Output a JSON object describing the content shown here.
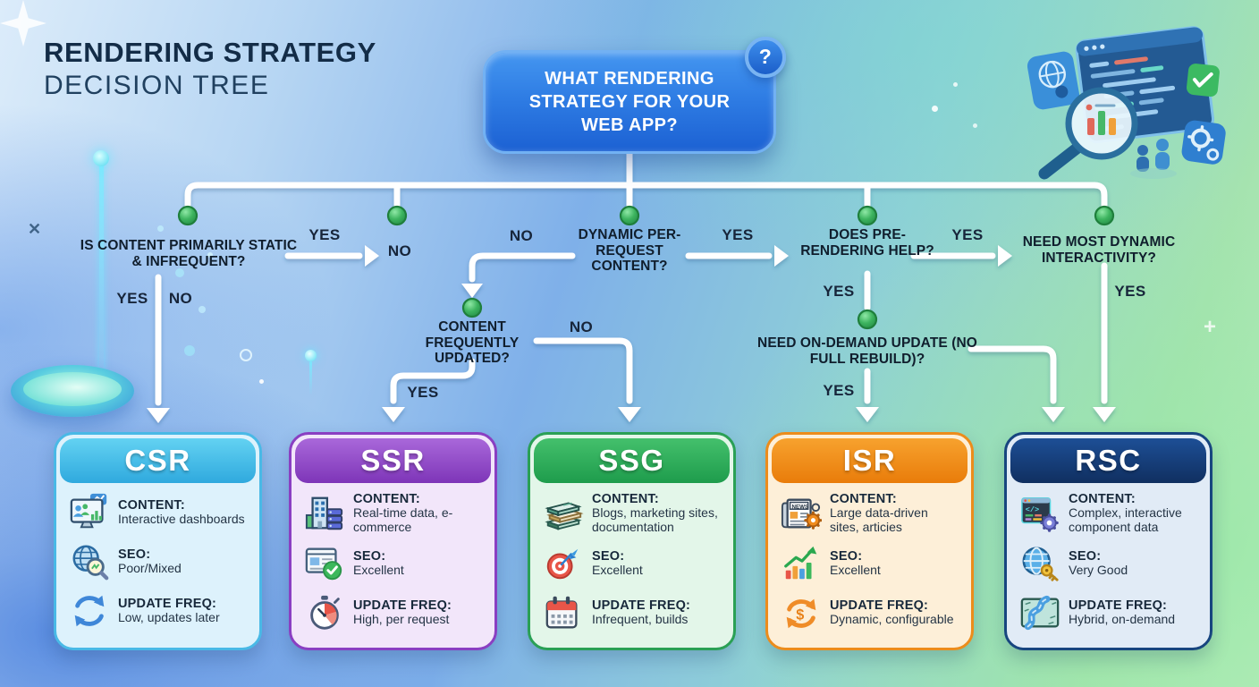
{
  "title": {
    "line1": "RENDERING STRATEGY",
    "line2": "DECISION TREE"
  },
  "root": {
    "question": "WHAT RENDERING STRATEGY FOR YOUR WEB APP?",
    "badge": "?"
  },
  "labels": {
    "yes": "YES",
    "no": "NO"
  },
  "nodes": {
    "static_content": "IS CONTENT PRIMARILY STATIC & INFREQUENT?",
    "dynamic_per_request": "DYNAMIC PER-REQUEST CONTENT?",
    "prerendering_help": "DOES PRE-RENDERING HELP?",
    "dynamic_interactivity": "NEED MOST DYNAMIC INTERACTIVITY?",
    "frequently_updated": "CONTENT FREQUENTLY UPDATED?",
    "on_demand_update": "NEED ON-DEMAND UPDATE (NO FULL REBUILD)?"
  },
  "palette": {
    "connector": "#ffffff",
    "decision_dot": "#3db45f",
    "question_box_blue": "#2f7de4",
    "title_text": "#132c47"
  },
  "cards": [
    {
      "abbr": "CSR",
      "colors": {
        "header_from": "#63d2f2",
        "header_to": "#2fa9de",
        "border": "#49b9e6",
        "body": "#ddf2fc"
      },
      "rows": [
        {
          "icon": "dashboard-monitor-icon",
          "label": "CONTENT:",
          "value": "Interactive dashboards"
        },
        {
          "icon": "globe-search-icon",
          "label": "SEO:",
          "value": "Poor/Mixed"
        },
        {
          "icon": "refresh-arrows-icon",
          "label": "UPDATE FREQ:",
          "value": "Low, updates later"
        }
      ]
    },
    {
      "abbr": "SSR",
      "colors": {
        "header_from": "#a968da",
        "header_to": "#7e35b8",
        "border": "#8a3fc2",
        "body": "#f2e6fa"
      },
      "rows": [
        {
          "icon": "building-server-icon",
          "label": "CONTENT:",
          "value": "Real-time data, e-commerce"
        },
        {
          "icon": "page-check-icon",
          "label": "SEO:",
          "value": "Excellent"
        },
        {
          "icon": "stopwatch-icon",
          "label": "UPDATE FREQ:",
          "value": "High, per request"
        }
      ]
    },
    {
      "abbr": "SSG",
      "colors": {
        "header_from": "#44c06c",
        "header_to": "#1e9c4c",
        "border": "#2aa055",
        "body": "#e3f6e9"
      },
      "rows": [
        {
          "icon": "books-stack-icon",
          "label": "CONTENT:",
          "value": "Blogs, marketing sites, documentation"
        },
        {
          "icon": "target-icon",
          "label": "SEO:",
          "value": "Excellent"
        },
        {
          "icon": "calendar-icon",
          "label": "UPDATE FREQ:",
          "value": "Infrequent, builds"
        }
      ]
    },
    {
      "abbr": "ISR",
      "colors": {
        "header_from": "#f7a22e",
        "header_to": "#e97c0a",
        "border": "#ec8c1b",
        "body": "#fdefd8"
      },
      "rows": [
        {
          "icon": "news-gear-icon",
          "label": "CONTENT:",
          "value": "Large data-driven sites, articies"
        },
        {
          "icon": "growth-chart-icon",
          "label": "SEO:",
          "value": "Excellent"
        },
        {
          "icon": "dollar-cycle-icon",
          "label": "UPDATE FREQ:",
          "value": "Dynamic, configurable"
        }
      ]
    },
    {
      "abbr": "RSC",
      "colors": {
        "header_from": "#1d4f96",
        "header_to": "#102f60",
        "border": "#17457f",
        "body": "#e1ebf6"
      },
      "rows": [
        {
          "icon": "code-gear-icon",
          "label": "CONTENT:",
          "value": "Complex, interactive component data"
        },
        {
          "icon": "globe-key-icon",
          "label": "SEO:",
          "value": "Very Good"
        },
        {
          "icon": "river-icon",
          "label": "UPDATE FREQ:",
          "value": "Hybrid, on-demand"
        }
      ]
    }
  ]
}
